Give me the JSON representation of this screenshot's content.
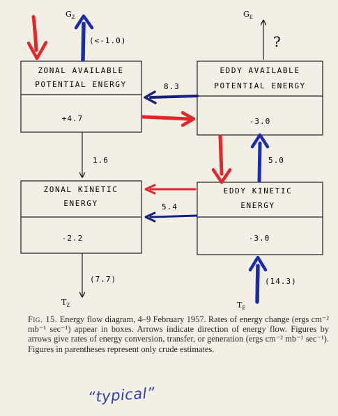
{
  "colors": {
    "paper": "#f3efe4",
    "ink": "#1f1d1a",
    "red": "#e3262a",
    "blue": "#1b2bb0",
    "navy": "#17237a"
  },
  "boxes": {
    "zonal_available": {
      "line1": "ZONAL AVAILABLE",
      "line2": "POTENTIAL ENERGY",
      "value": "+4.7"
    },
    "eddy_available": {
      "line1": "EDDY AVAILABLE",
      "line2": "POTENTIAL ENERGY",
      "value": "-3.0"
    },
    "zonal_kinetic": {
      "line1": "ZONAL KINETIC",
      "line2": "ENERGY",
      "value": "-2.2"
    },
    "eddy_kinetic": {
      "line1": "EDDY KINETIC",
      "line2": "ENERGY",
      "value": "-3.0"
    }
  },
  "flows": {
    "gz_estimate": "(<-1.0)",
    "pz_to_pe": "8.3",
    "pz_to_kz": "1.6",
    "ke_to_pe": "5.0",
    "ke_to_kz": "5.4",
    "tz_estimate": "(7.7)",
    "te_estimate": "(14.3)",
    "ge_unknown": "?"
  },
  "symbols": {
    "gz": {
      "main": "G",
      "sub": "Z"
    },
    "ge": {
      "main": "G",
      "sub": "E"
    },
    "tz": {
      "main": "T",
      "sub": "Z"
    },
    "te": {
      "main": "T",
      "sub": "E"
    }
  },
  "caption": {
    "label": "Fig. 15.",
    "text": "Energy flow diagram, 4–9 February 1957. Rates of energy change (ergs cm⁻² mb⁻¹ sec⁻¹) appear in boxes. Arrows indicate direction of energy flow. Figures by arrows give rates of energy conversion, transfer, or generation (ergs cm⁻² mb⁻¹ sec⁻¹). Figures in parentheses represent only crude estimates."
  },
  "handwritten_note": "“typical”"
}
